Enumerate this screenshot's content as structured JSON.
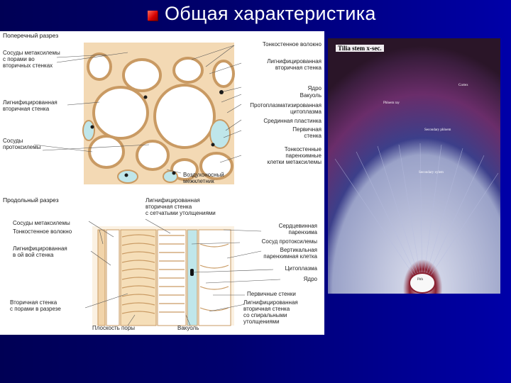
{
  "slide": {
    "title": "Общая характеристика",
    "bullet_color": "#d40000",
    "background": "#00006e"
  },
  "diagram": {
    "cross_section": {
      "heading": "Поперечный разрез",
      "left_labels": [
        "Сосуды метаксилемы\nс порами во\nвторичных стенках",
        "Лигнифицированная\nвторичная стенка",
        "Сосуды\nпротоксилемы"
      ],
      "right_labels": [
        "Тонкостенное волокно",
        "Лигнифицированная\nвторичная стенка",
        "Ядро",
        "Вакуоль",
        "Протоплазматизированная\nцитоплазма",
        "Срединная пластинка",
        "Первичная\nстенка",
        "Тонкостенные\nпаренхимные\nклетки метаксилемы",
        "Воздухоносный\nмежклетник"
      ]
    },
    "longitudinal_section": {
      "heading": "Продольный разрез",
      "top_label": "Лигнифицированная\nвторичная стенка\nс сетчатыми утолщениями",
      "left_labels": [
        "Сосуды метаксилемы",
        "Тонкостенное волокно",
        "Лигнифицированная\nв ой вой стенка",
        "Вторичная стенка\nс порами в разрезе"
      ],
      "right_labels": [
        "Сердцевинная\nпаренхима",
        "Сосуд протоксилемы",
        "Вертикальная\nпаренхимная клетка",
        "Цитоплазма",
        "Ядро",
        "Первичные стенки",
        "Лигнифицированная\nвторичная стенка\nсо спиральными\nутолщениями"
      ],
      "bottom_labels": [
        "Плоскость поры",
        "Вакуоль"
      ]
    }
  },
  "photo": {
    "title": "Tilia stem x-sec.",
    "labels": [
      "Cortex",
      "Phloem ray",
      "Secondary phloem",
      "Secondary xylem",
      "Pith"
    ]
  }
}
